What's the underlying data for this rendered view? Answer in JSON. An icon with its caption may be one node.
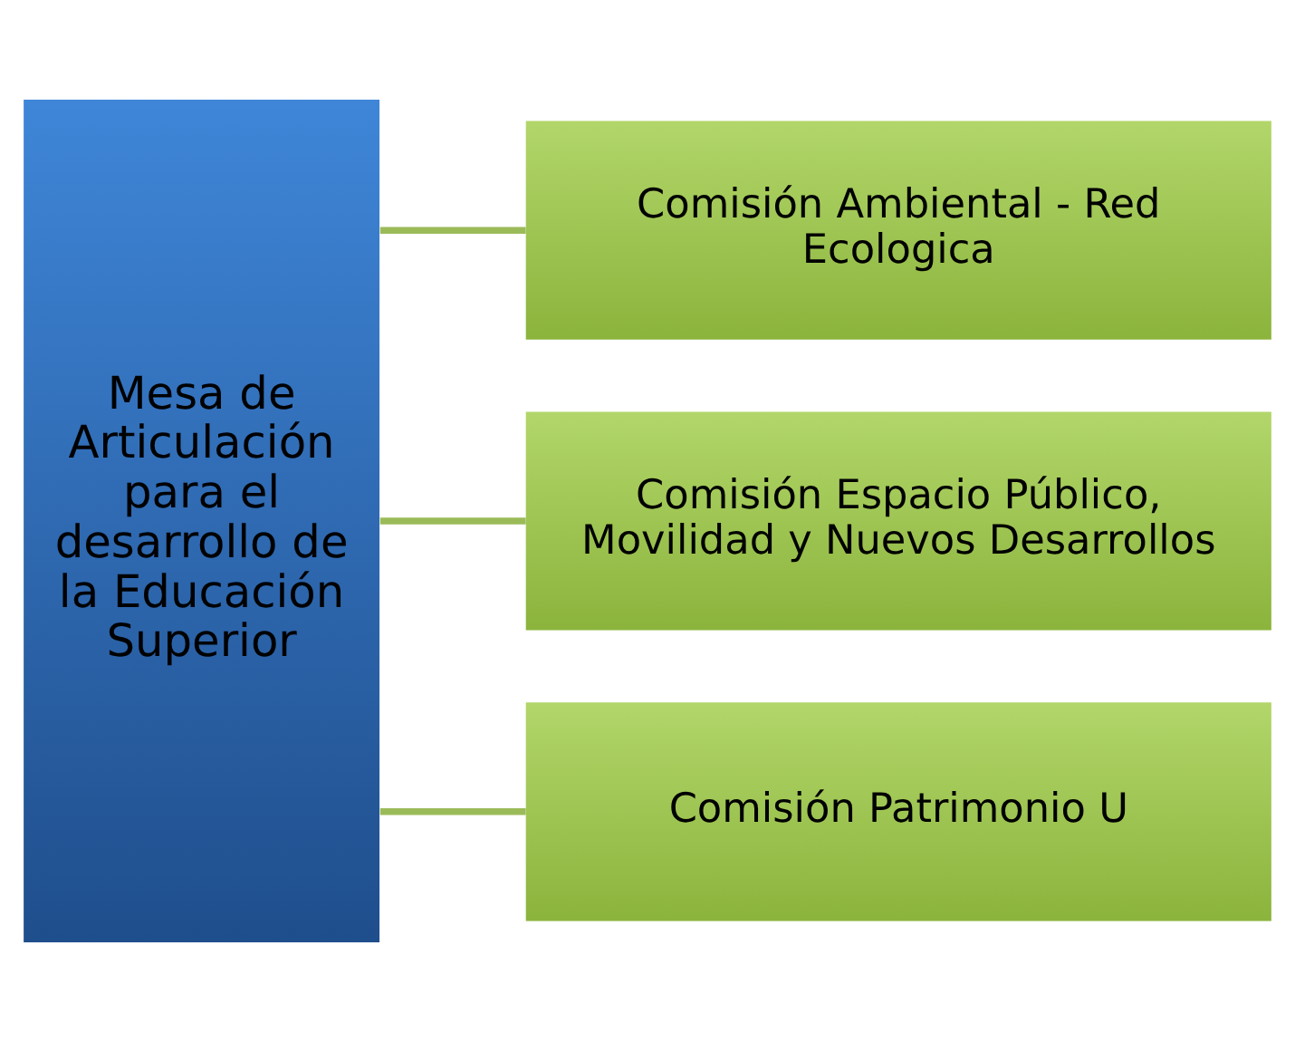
{
  "diagram": {
    "nodes": [
      {
        "text": [
          "Mesa de Articulación para el desarrollo de la Educación Superior"
        ]
      },
      {
        "text": [
          "Comisión Ambiental - Red Ecologica"
        ]
      },
      {
        "text": [
          "Comisión Espacio Público, Movilidad y Nuevos Desarrollos"
        ]
      },
      {
        "text": [
          "Comisión Patrimonio U"
        ]
      }
    ],
    "edges": [
      {
        "from": 0,
        "to": 1,
        "arrow": "none"
      },
      {
        "from": 0,
        "to": 2,
        "arrow": "none"
      },
      {
        "from": 0,
        "to": 3,
        "arrow": "none"
      }
    ]
  }
}
